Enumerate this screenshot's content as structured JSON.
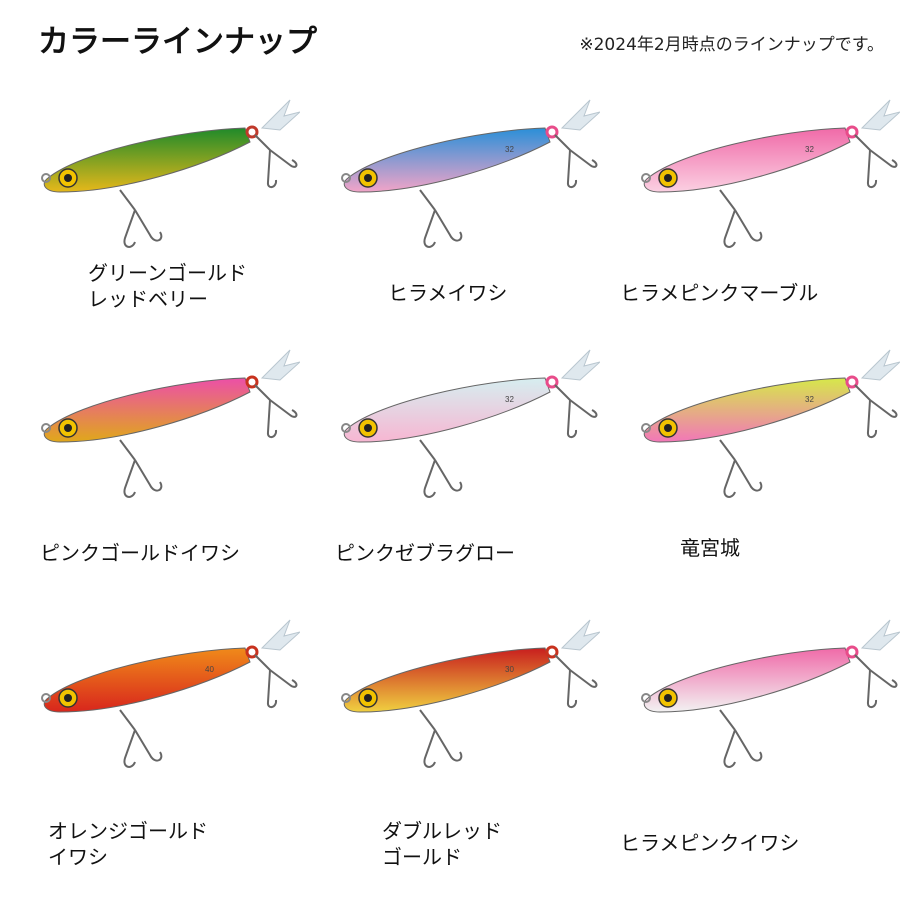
{
  "header": {
    "title": "カラーラインナップ",
    "note": "※2024年2月時点のラインナップです。"
  },
  "colors": [
    {
      "line1": "グリーンゴールド",
      "line2": "レッドベリー",
      "body_top": "#1f8a2a",
      "body_bottom": "#e6b81a",
      "accent": "#c0392b",
      "size_mark": ""
    },
    {
      "line1": "ヒラメイワシ",
      "line2": "",
      "body_top": "#2a8fd8",
      "body_bottom": "#f2a4c8",
      "accent": "#e84c8a",
      "size_mark": "32"
    },
    {
      "line1": "ヒラメピンクマーブル",
      "line2": "",
      "body_top": "#f06aa8",
      "body_bottom": "#fbd0e2",
      "accent": "#e84c8a",
      "size_mark": "32"
    },
    {
      "line1": "ピンクゴールドイワシ",
      "line2": "",
      "body_top": "#ec4fa8",
      "body_bottom": "#e0a81a",
      "accent": "#c8321e",
      "size_mark": ""
    },
    {
      "line1": "ピンクゼブラグロー",
      "line2": "",
      "body_top": "#d6eef0",
      "body_bottom": "#f7b6d2",
      "accent": "#e84c8a",
      "size_mark": "32"
    },
    {
      "line1": "竜宮城",
      "line2": "",
      "body_top": "#d6e84a",
      "body_bottom": "#f277b8",
      "accent": "#e84c8a",
      "size_mark": "32"
    },
    {
      "line1": "オレンジゴールド",
      "line2": "イワシ",
      "body_top": "#f08a1a",
      "body_bottom": "#d8261c",
      "accent": "#c8321e",
      "size_mark": "40"
    },
    {
      "line1": "ダブルレッド",
      "line2": "ゴールド",
      "body_top": "#c81e1e",
      "body_bottom": "#f0d040",
      "accent": "#c8321e",
      "size_mark": "30"
    },
    {
      "line1": "ヒラメピンクイワシ",
      "line2": "",
      "body_top": "#f06aa8",
      "body_bottom": "#f2f2f2",
      "accent": "#e84c8a",
      "size_mark": ""
    }
  ]
}
